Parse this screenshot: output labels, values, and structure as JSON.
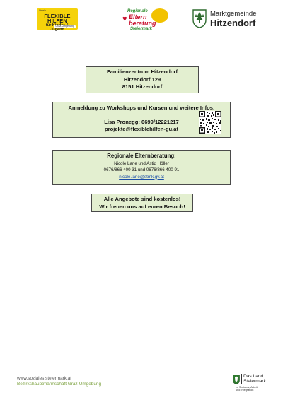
{
  "logos": {
    "flexible_hilfen": {
      "top": "Verein",
      "title": "FLEXIBLE HILFEN",
      "subtitle": "für Kinder & Jugend",
      "region": "Graz-Umgebung",
      "color": "#f5d20a"
    },
    "regionale_elternberatung": {
      "line1": "Regionale",
      "line2": "Eltern",
      "line3": "beratung",
      "line4": "Steiermark"
    },
    "marktgemeinde": {
      "line1": "Marktgemeinde",
      "line2": "Hitzendorf"
    }
  },
  "address_box": {
    "lines": [
      "Familienzentrum Hitzendorf",
      "Hitzendorf 129",
      "8151 Hitzendorf"
    ]
  },
  "registration_box": {
    "heading": "Anmeldung zu Workshops und Kursen und weitere Infos:",
    "contact_name_phone": "Lisa Pronegg: 0699/12221217",
    "email": "projekte@flexiblehilfen-gu.at"
  },
  "parent_counseling_box": {
    "heading": "Regionale Elternberatung:",
    "names": "Nicole Lane und Astid Höller",
    "phones": "0676/866 400 31  und 0676/866 400 91",
    "email": "nicole.lane@stmk.gv.at"
  },
  "free_offer_box": {
    "line1": "Alle Angebote sind kostenlos!",
    "line2": "Wir freuen uns auf euren Besuch!"
  },
  "footer": {
    "url": "www.soziales.steiermark.at",
    "org": "Bezirkshauptmannschaft Graz-Umgebung",
    "land_line1": "Das Land",
    "land_line2": "Steiermark",
    "land_sub1": "→ Soziales, Arbeit",
    "land_sub2": "und Integration"
  },
  "colors": {
    "box_fill": "#e3efd0",
    "link": "#1a4ea8",
    "footer_org": "#7aa03c"
  }
}
